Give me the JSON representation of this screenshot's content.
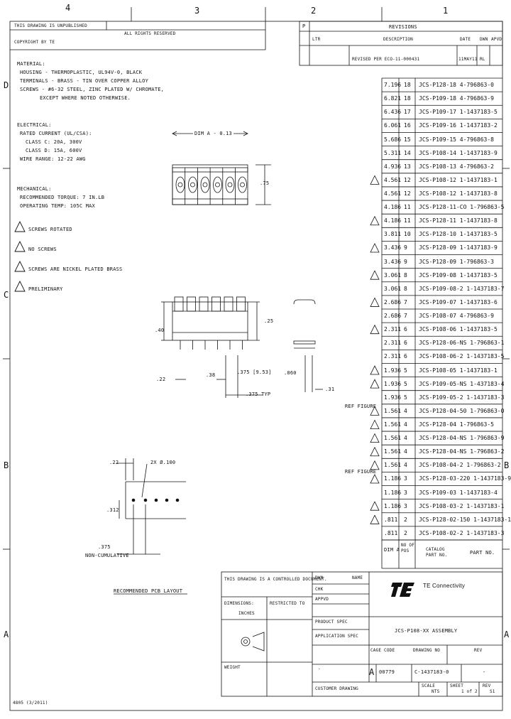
{
  "zones_top": [
    "4",
    "3",
    "2",
    "1"
  ],
  "zones_side": [
    "D",
    "C",
    "B",
    "A"
  ],
  "title_block_top": {
    "left_note": "THIS DRAWING IS UNPUBLISHED",
    "rights": "ALL RIGHTS RESERVED",
    "copyright": "COPYRIGHT BY TE",
    "revisions": "REVISIONS",
    "p_label": "P",
    "ltr": "LTR",
    "desc_header": "DESCRIPTION",
    "date_header": "DATE",
    "dwn_header": "DWN",
    "apvd_header": "APVD",
    "rev_desc": "REVISED PER ECO-11-000431",
    "rev_date": "11MAY11",
    "rev_dwn": "RL"
  },
  "notes": {
    "material_h": "MATERIAL:",
    "material_1": "HOUSING - THERMOPLASTIC, UL94V-0, BLACK",
    "material_2": "TERMINALS - BRASS - TIN OVER COPPER ALLOY",
    "material_3": "SCREWS - #6-32 STEEL, ZINC PLATED W/ CHROMATE,",
    "material_4": "EXCEPT WHERE NOTED OTHERWISE.",
    "electrical_h": "ELECTRICAL:",
    "electrical_1": "RATED CURRENT (UL/CSA):",
    "electrical_2": "CLASS C: 20A, 300V",
    "electrical_3": "CLASS D: 15A, 600V",
    "electrical_4": "WIRE RANGE: 12-22 AWG",
    "mechanical_h": "MECHANICAL:",
    "mechanical_1": "RECOMMENDED TORQUE: 7 IN.LB",
    "mechanical_2": "OPERATING TEMP: 105C MAX",
    "flag1": "SCREWS ROTATED",
    "flag2": "NO SCREWS",
    "flag3": "SCREWS ARE NICKEL PLATED BRASS",
    "flag4": "PRELIMINARY"
  },
  "dims": {
    "top_dim": "DIM A - 0.13",
    "d75": ".75",
    "d40": ".40",
    "d25": ".25",
    "d22": ".22",
    "d38": ".38",
    "pitch": ".375 [9.53]",
    "d060": ".060",
    "d31": ".31",
    "d375typ": ".375 TYP",
    "fp_22": ".22",
    "fp_hole": "2X Ø.100",
    "fp_312": ".312",
    "fp_375": ".375",
    "fp_noncum": "NON-CUMULATIVE",
    "fp_title": "RECOMMENDED PCB LAYOUT"
  },
  "table_rows": [
    {
      "dim": "7.196",
      "ckt": "18",
      "part": "JCS-P128-18  4-796863-0",
      "flag": ""
    },
    {
      "dim": "6.821",
      "ckt": "18",
      "part": "JCS-P109-18  4-796863-9",
      "flag": ""
    },
    {
      "dim": "6.436",
      "ckt": "17",
      "part": "JCS-P109-17  1-1437183-5",
      "flag": ""
    },
    {
      "dim": "6.061",
      "ckt": "16",
      "part": "JCS-P109-16  1-1437183-2",
      "flag": ""
    },
    {
      "dim": "5.686",
      "ckt": "15",
      "part": "JCS-P109-15  4-796863-8",
      "flag": ""
    },
    {
      "dim": "5.311",
      "ckt": "14",
      "part": "JCS-P108-14  1-1437183-9",
      "flag": ""
    },
    {
      "dim": "4.936",
      "ckt": "13",
      "part": "JCS-P108-13  4-796863-2",
      "flag": ""
    },
    {
      "dim": "4.561",
      "ckt": "12",
      "part": "JCS-P108-12  1-1437183-1",
      "flag": "A"
    },
    {
      "dim": "4.561",
      "ckt": "12",
      "part": "JCS-P108-12  1-1437183-8",
      "flag": ""
    },
    {
      "dim": "4.186",
      "ckt": "11",
      "part": "JCS-P128-11-CO  1-796863-5",
      "flag": ""
    },
    {
      "dim": "4.186",
      "ckt": "11",
      "part": "JCS-P128-11  1-1437183-8",
      "flag": "A"
    },
    {
      "dim": "3.811",
      "ckt": "10",
      "part": "JCS-P128-10  1-1437183-5",
      "flag": ""
    },
    {
      "dim": "3.436",
      "ckt": "9",
      "part": "JCS-P128-09  1-1437183-9",
      "flag": "A"
    },
    {
      "dim": "3.436",
      "ckt": "9",
      "part": "JCS-P128-09  1-796863-3",
      "flag": ""
    },
    {
      "dim": "3.061",
      "ckt": "8",
      "part": "JCS-P109-08  1-1437183-5",
      "flag": "A"
    },
    {
      "dim": "3.061",
      "ckt": "8",
      "part": "JCS-P109-08-2  1-1437183-7",
      "flag": ""
    },
    {
      "dim": "2.686",
      "ckt": "7",
      "part": "JCS-P109-07  1-1437183-6",
      "flag": "A"
    },
    {
      "dim": "2.686",
      "ckt": "7",
      "part": "JCS-P108-07  4-796863-9",
      "flag": ""
    },
    {
      "dim": "2.311",
      "ckt": "6",
      "part": "JCS-P108-06  1-1437183-5",
      "flag": "A"
    },
    {
      "dim": "2.311",
      "ckt": "6",
      "part": "JCS-P128-06-NS  1-796863-1",
      "flag": ""
    },
    {
      "dim": "2.311",
      "ckt": "6",
      "part": "JCS-P108-06-2  1-1437183-5",
      "flag": ""
    },
    {
      "dim": "1.936",
      "ckt": "5",
      "part": "JCS-P108-05  1-1437183-1",
      "flag": "A"
    },
    {
      "dim": "1.936",
      "ckt": "5",
      "part": "JCS-P109-05-NS  1-437183-4",
      "flag": "A"
    },
    {
      "dim": "1.936",
      "ckt": "5",
      "part": "JCS-P109-05-2  1-1437183-3",
      "flag": ""
    },
    {
      "dim": "1.561",
      "ckt": "4",
      "part": "JCS-P128-04-50  1-796863-0",
      "flag": "A"
    },
    {
      "dim": "1.561",
      "ckt": "4",
      "part": "JCS-P128-04  1-796863-5",
      "flag": "A"
    },
    {
      "dim": "1.561",
      "ckt": "4",
      "part": "JCS-P128-04-NS  1-796863-9",
      "flag": "A"
    },
    {
      "dim": "1.561",
      "ckt": "4",
      "part": "JCS-P128-04-NS  1-796863-2",
      "flag": "A"
    },
    {
      "dim": "1.561",
      "ckt": "4",
      "part": "JCS-P108-04-2  1-796863-2",
      "flag": "A"
    },
    {
      "dim": "1.186",
      "ckt": "3",
      "part": "JCS-P128-03-220  1-1437183-9",
      "flag": "A"
    },
    {
      "dim": "1.186",
      "ckt": "3",
      "part": "JCS-P109-03  1-1437183-4",
      "flag": ""
    },
    {
      "dim": "1.186",
      "ckt": "3",
      "part": "JCS-P108-03-2  1-1437183-1",
      "flag": "A"
    },
    {
      "dim": ".811",
      "ckt": "2",
      "part": "JCS-P128-02-150  1-1437183-1",
      "flag": "A"
    },
    {
      "dim": ".811",
      "ckt": "2",
      "part": "JCS-P108-02-2  1-1437183-3",
      "flag": ""
    }
  ],
  "side_labels": {
    "ref_a": "REF FIGURE",
    "ref_b": "REF FIGURE"
  },
  "table_header": {
    "dim": "DIM A",
    "ckt": "NO OF POS",
    "catalog": "CATALOG PART NO.",
    "part": "PART NO."
  },
  "title_block": {
    "controlled": "THIS DRAWING IS A CONTROLLED DOCUMENT.",
    "company": "TE Connectivity",
    "title": "JCS-P108-XX ASSEMBLY",
    "size": "A",
    "cage": "00779",
    "dwg_no": "C-1437183-0",
    "scale": "NTS",
    "sheet": "1 of 2",
    "rev": "S1",
    "customer_drawing": "CUSTOMER DRAWING",
    "dimensions": "DIMENSIONS:",
    "inches": "INCHES",
    "weight": "WEIGHT",
    "product_spec": "PRODUCT SPEC",
    "application_spec": "APPLICATION SPEC",
    "dwn": "DWN",
    "chk": "CHK",
    "appvd": "APPVD",
    "name": "NAME",
    "cage_label": "CAGE CODE",
    "dwg_label": "DRAWING NO",
    "restricted": "RESTRICTED TO",
    "scale_label": "SCALE",
    "sheet_label": "SHEET",
    "rev_label": "REV",
    "dash": "-",
    "footer": "4805 (3/2011)"
  }
}
